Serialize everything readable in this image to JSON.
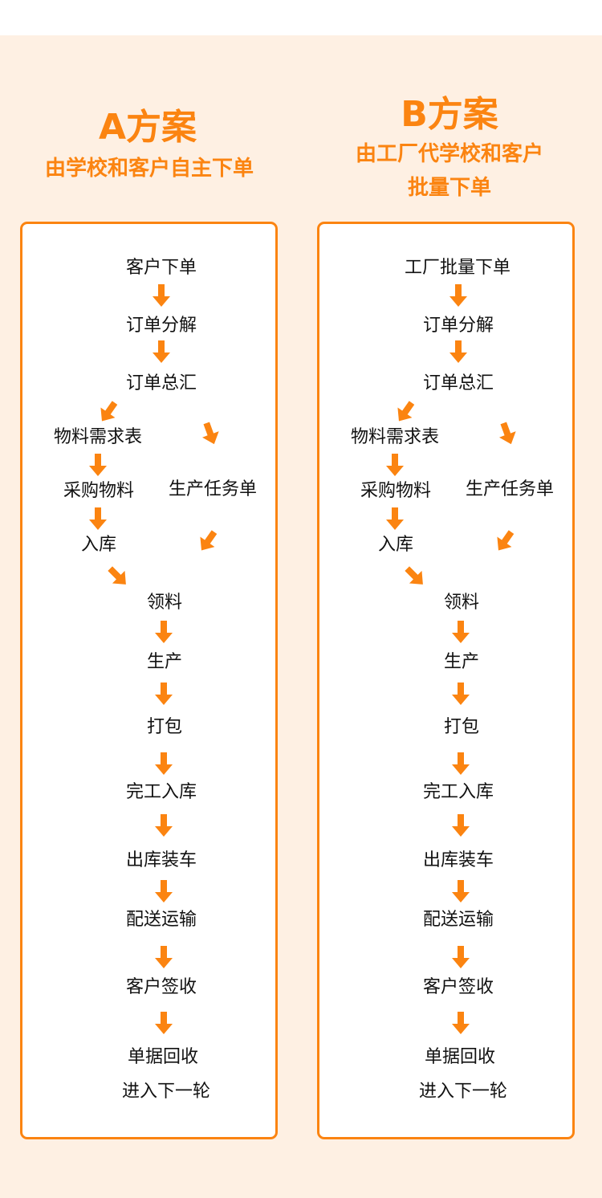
{
  "colors": {
    "accent": "#fb8411",
    "background": "#fef0e3"
  },
  "plans": [
    {
      "title": "A方案",
      "subtitle_lines": [
        "由学校和客户自主下单"
      ],
      "nodes": [
        "客户下单",
        "订单分解",
        "订单总汇",
        "物料需求表",
        "采购物料",
        "生产任务单",
        "入库",
        "领料",
        "生产",
        "打包",
        "完工入库",
        "出库装车",
        "配送运输",
        "客户签收",
        "单据回收",
        "进入下一轮"
      ]
    },
    {
      "title": "B方案",
      "subtitle_lines": [
        "由工厂代学校和客户",
        "批量下单"
      ],
      "nodes": [
        "工厂批量下单",
        "订单分解",
        "订单总汇",
        "物料需求表",
        "采购物料",
        "生产任务单",
        "入库",
        "领料",
        "生产",
        "打包",
        "完工入库",
        "出库装车",
        "配送运输",
        "客户签收",
        "单据回收",
        "进入下一轮"
      ]
    }
  ]
}
